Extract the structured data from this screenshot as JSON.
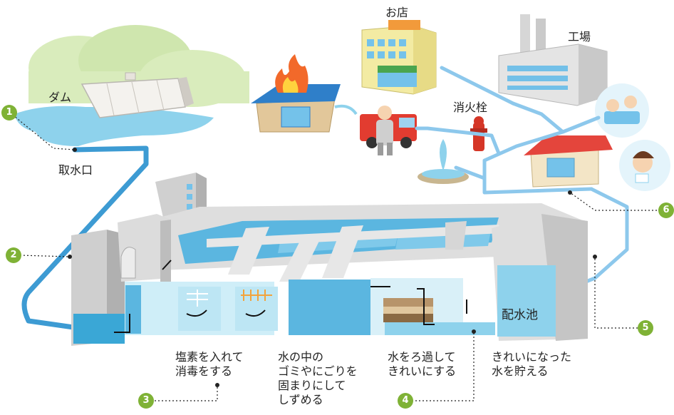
{
  "colors": {
    "pipe": "#8dc8ec",
    "pipe_dark": "#3d9bd3",
    "water": "#8ed2ec",
    "water_deep": "#3aa7d6",
    "concrete": "#dcdcdc",
    "concrete_dark": "#a8a8a8",
    "marker_green": "#7fb236",
    "hill": "#d6eab8"
  },
  "labels": {
    "dam": "ダム",
    "intake": "取水口",
    "store": "お店",
    "factory": "工場",
    "hydrant": "消火栓",
    "reservoir": "配水池",
    "chlorine": "塩素を入れて\n消毒をする",
    "sediment": "水の中の\nゴミやにごりを\n固まりにして\nしずめる",
    "filter": "水をろ過して\nきれいにする",
    "storage": "きれいになった\n水を貯える"
  },
  "markers": [
    "1",
    "2",
    "3",
    "4",
    "5",
    "6"
  ]
}
